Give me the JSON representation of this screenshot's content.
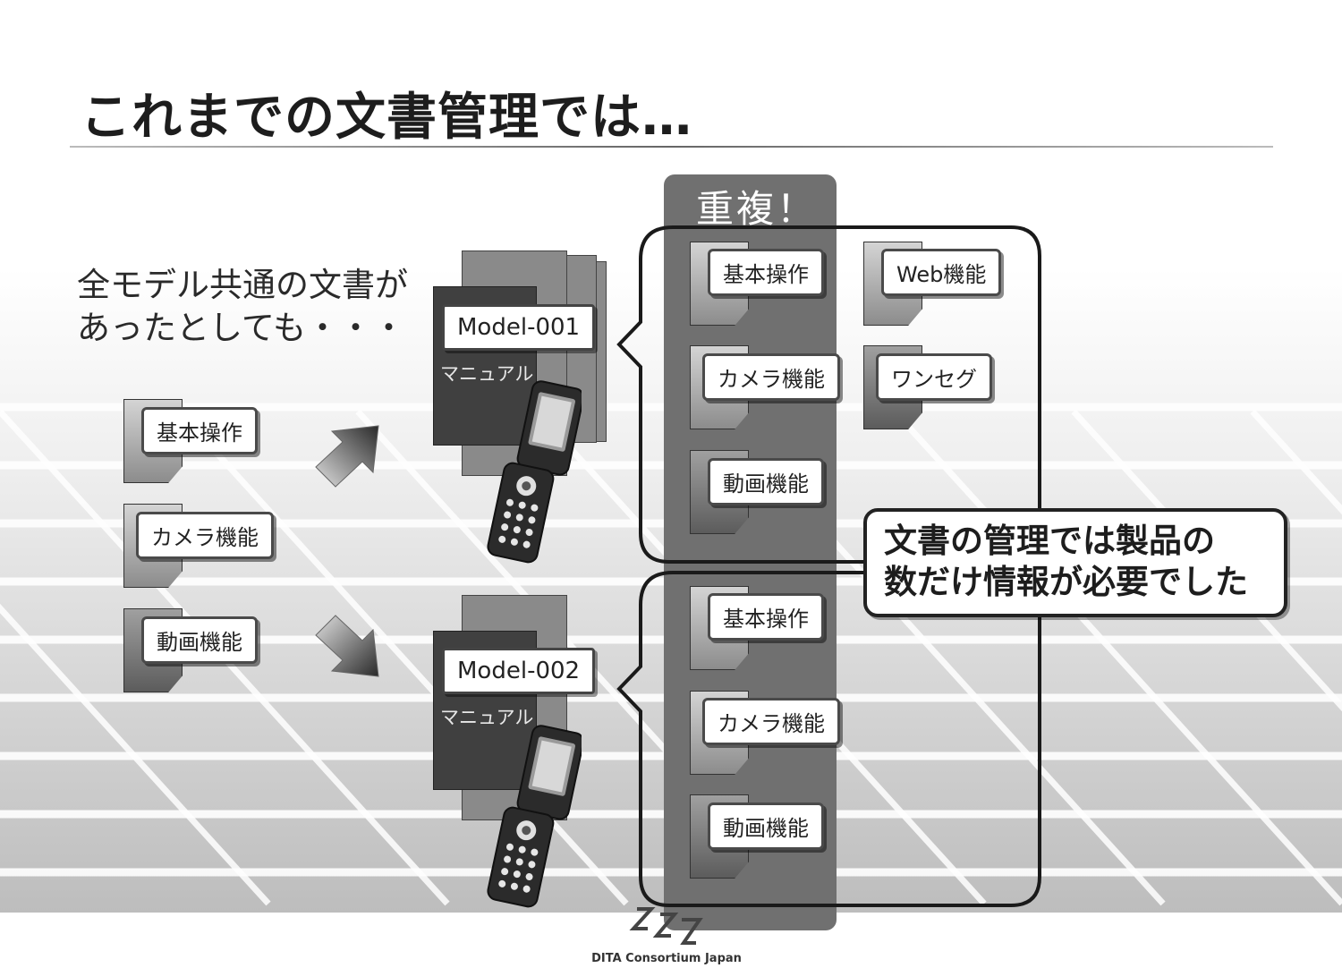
{
  "slide": {
    "title": "これまでの文書管理では…",
    "intro": "全モデル共通の文書が\nあったとしても・・・",
    "duplicate_label": "重複！",
    "callout": "文書の管理では製品の\n数だけ情報が必要でした",
    "footer_org": "DITA Consortium Japan"
  },
  "common_docs": [
    "基本操作",
    "カメラ機能",
    "動画機能"
  ],
  "models": [
    {
      "label": "Model-001",
      "manual": "マニュアル",
      "docs": [
        "基本操作",
        "カメラ機能",
        "動画機能"
      ],
      "extra_docs": [
        "Web機能",
        "ワンセグ"
      ]
    },
    {
      "label": "Model-002",
      "manual": "マニュアル",
      "docs": [
        "基本操作",
        "カメラ機能",
        "動画機能"
      ]
    }
  ]
}
